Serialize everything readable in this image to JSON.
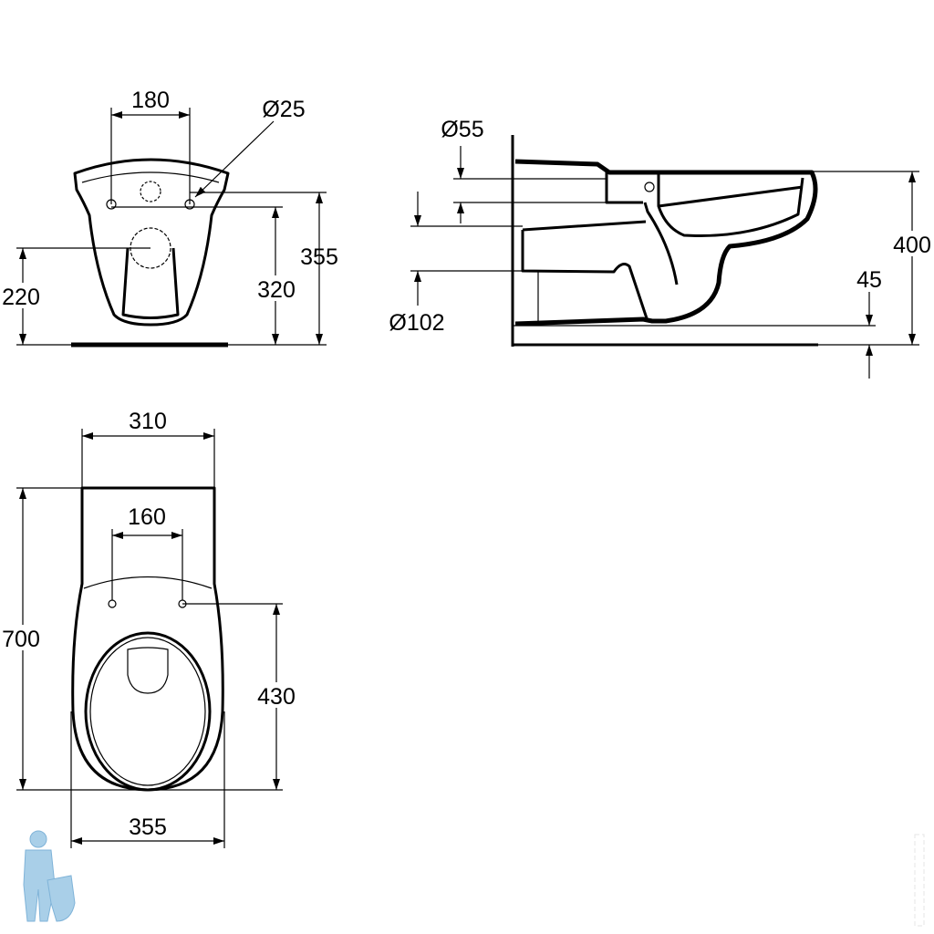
{
  "front_view": {
    "width_holes": "180",
    "hole_diameter": "Ø25",
    "height_holes": "355",
    "height_inlet": "320",
    "height_outlet": "220"
  },
  "side_view": {
    "inlet_diameter": "Ø55",
    "outlet_diameter": "Ø102",
    "rim_height": "400",
    "floor_clearance": "45"
  },
  "top_view": {
    "top_width": "310",
    "hinge_spacing": "160",
    "length": "700",
    "hinge_to_front": "430",
    "bowl_width": "355"
  },
  "colors": {
    "line": "#000000",
    "logo": "#a9cfe8"
  }
}
